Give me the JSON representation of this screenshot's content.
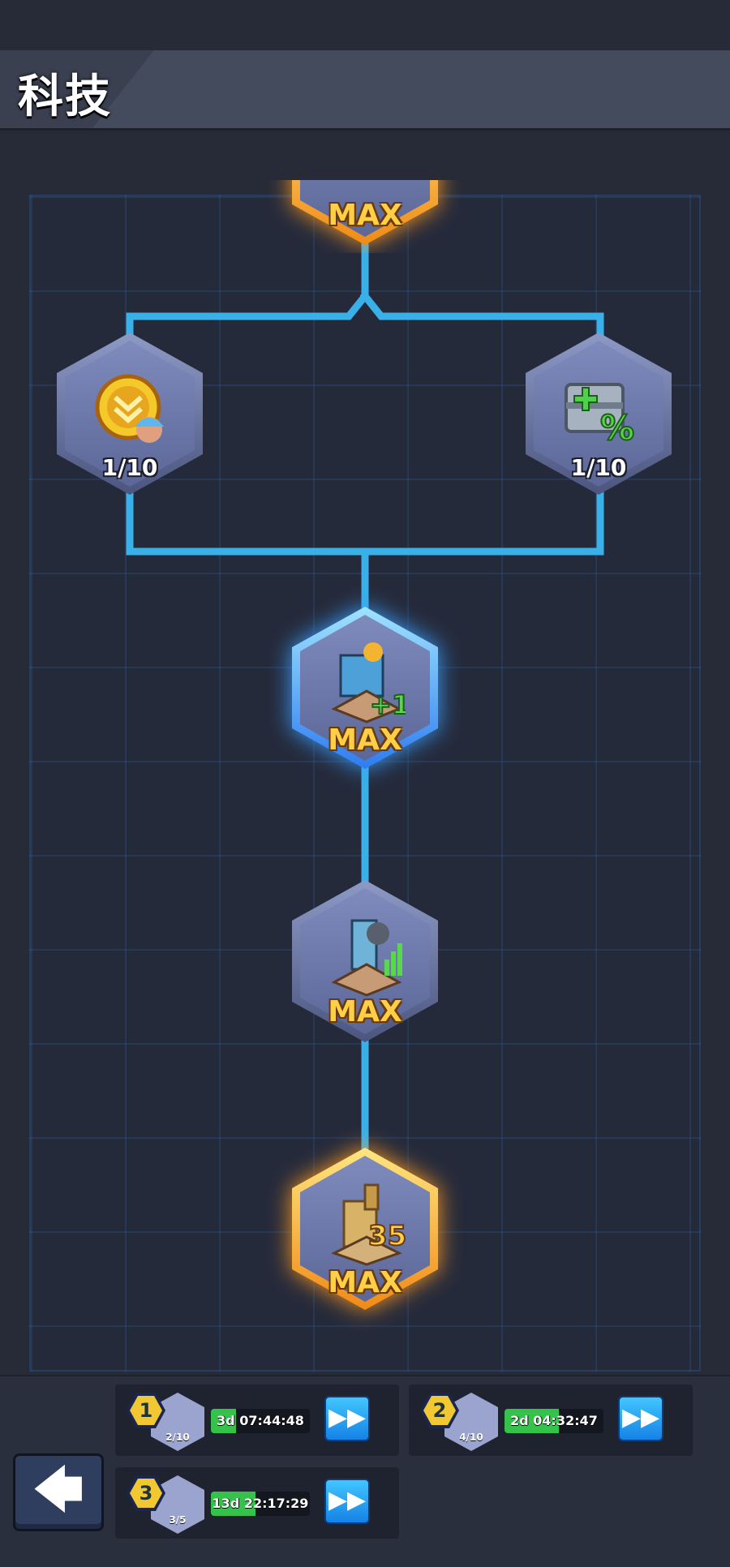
{
  "header": {
    "title": "科技"
  },
  "tree": {
    "nodes": [
      {
        "id": "top",
        "label": "MAX",
        "style": "gold"
      },
      {
        "id": "left",
        "label": "1/10",
        "style": "normal",
        "icon": "gold-chevron-medal-icon"
      },
      {
        "id": "right",
        "label": "1/10",
        "style": "normal",
        "icon": "health-box-percent-icon"
      },
      {
        "id": "center",
        "label": "MAX",
        "style": "blue",
        "icon": "machine-plus-one-icon",
        "badge": "+1"
      },
      {
        "id": "lower",
        "label": "MAX",
        "style": "normal",
        "icon": "oil-pump-icon"
      },
      {
        "id": "bottom",
        "label": "MAX",
        "style": "gold",
        "icon": "factory-35-icon",
        "badge": "35"
      }
    ]
  },
  "queue": [
    {
      "slot": "1",
      "level": "2/10",
      "timer": "3d 07:44:48",
      "progress": 0.25,
      "speed_label": "▶▶"
    },
    {
      "slot": "2",
      "level": "4/10",
      "timer": "2d 04:32:47",
      "progress": 0.55,
      "speed_label": "▶▶"
    },
    {
      "slot": "3",
      "level": "3/5",
      "timer": "13d 22:17:29",
      "progress": 0.45,
      "speed_label": "▶▶"
    }
  ],
  "back_label": "🡄",
  "colors": {
    "line": "#39b0e8",
    "gold": "#ffcf47",
    "blue_glow": "#3aa0ff",
    "progress": "#35c24a"
  }
}
